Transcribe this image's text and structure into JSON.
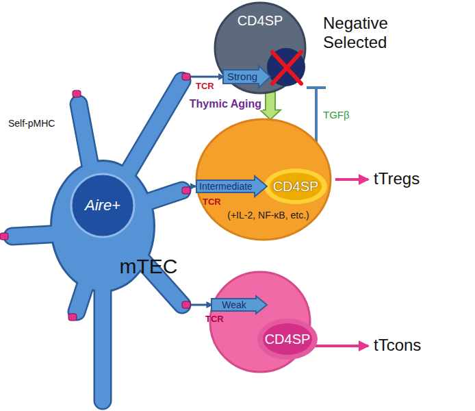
{
  "diagram": {
    "nodes": [
      {
        "text": [
          "mTEC"
        ]
      },
      {
        "text": [
          "Aire+"
        ],
        "in": 0
      },
      {
        "text": [
          "CD4SP",
          "Negative Selected"
        ]
      },
      {
        "text": [
          "CD4SP",
          "(+IL-2, NF-κB, etc.)"
        ]
      },
      {
        "text": [
          "CD4SP"
        ]
      }
    ],
    "edges": [
      {
        "from": 0,
        "to": 2,
        "label": "Strong",
        "arrow": "to"
      },
      {
        "from": 0,
        "to": 3,
        "label": "Intermediate",
        "arrow": "to"
      },
      {
        "from": 0,
        "to": 4,
        "label": "Weak",
        "arrow": "to"
      },
      {
        "from": 2,
        "to": 3,
        "label": "Thymic Aging",
        "arrow": "to"
      },
      {
        "from": 3,
        "to": 2,
        "label": "TGFβ",
        "arrow": "none"
      }
    ],
    "labels": [
      "Self-pMHC",
      "TCR",
      "TCR",
      "TCR",
      "tTregs",
      "tTcons"
    ]
  }
}
